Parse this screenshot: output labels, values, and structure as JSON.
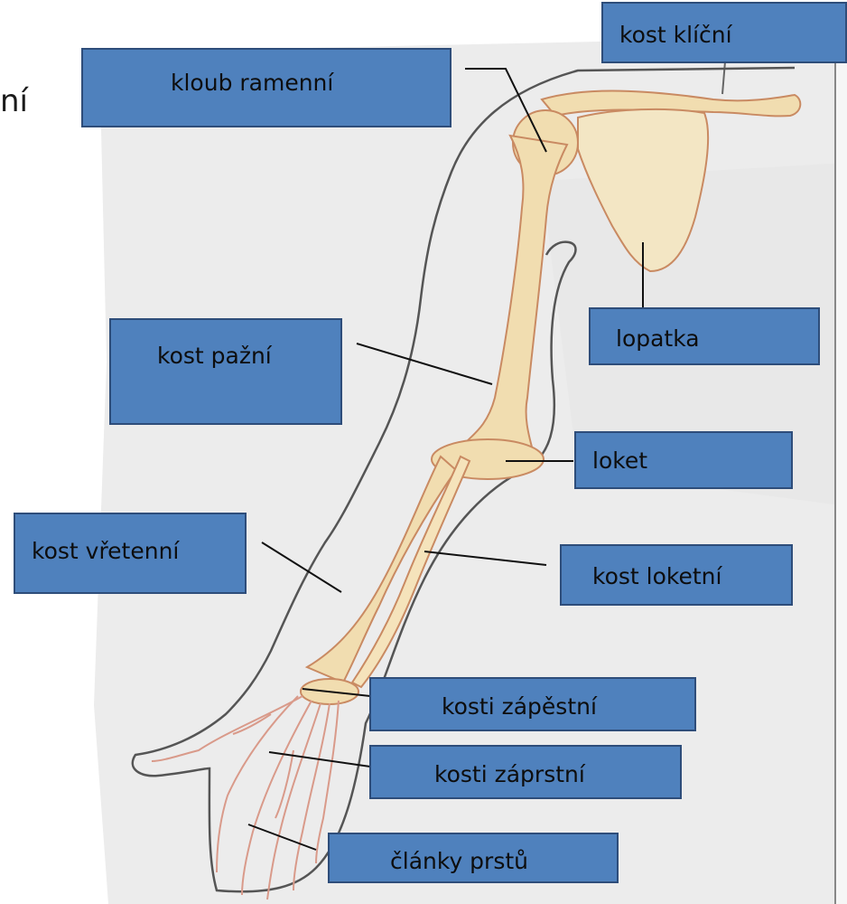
{
  "partial_title": "ní",
  "labels": {
    "kloub": "kloub ramenní",
    "klicni": "kost klíční",
    "lopatka": "lopatka",
    "pazni": "kost pažní",
    "loket": "loket",
    "vretenni": "kost vřetenní",
    "loketni": "kost loketní",
    "zapestni": "kosti zápěstní",
    "zaprstni": "kosti záprstní",
    "clanky": "články prstů"
  },
  "colors": {
    "box_fill": "#4f81bd",
    "box_border": "#2e4d7a",
    "bone": "#f1ddb0",
    "bone_outline": "#c98a62",
    "finger_bones": "#d99a8a",
    "leader": "#111111",
    "paper": "#ececec"
  }
}
